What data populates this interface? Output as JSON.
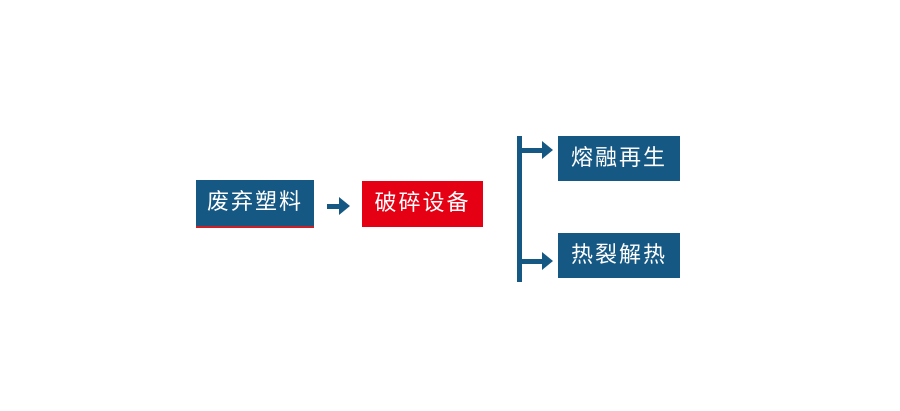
{
  "colors": {
    "node_blue": "#155884",
    "node_red": "#e60014",
    "underline_red": "#cc2027",
    "connector_blue": "#155884",
    "node_text": "#ffffff",
    "background": "#ffffff"
  },
  "flowchart": {
    "nodes": [
      {
        "id": "waste-plastic",
        "label": "废弃塑料",
        "style": "blue",
        "underline": true
      },
      {
        "id": "crushing-equipment",
        "label": "破碎设备",
        "style": "red",
        "underline": false
      },
      {
        "id": "melt-regeneration",
        "label": "熔融再生",
        "style": "blue",
        "underline": false
      },
      {
        "id": "pyrolysis-heat",
        "label": "热裂解热",
        "style": "blue",
        "underline": false
      }
    ],
    "connectors": [
      {
        "id": "arrow-main",
        "type": "right-arrow",
        "from": "waste-plastic",
        "to": "crushing-equipment"
      },
      {
        "id": "branch-line",
        "type": "vertical-line",
        "from": "crushing-equipment",
        "to": "branches"
      },
      {
        "id": "arrow-top-branch",
        "type": "right-arrow",
        "from": "branch-line",
        "to": "melt-regeneration"
      },
      {
        "id": "arrow-bottom-branch",
        "type": "right-arrow",
        "from": "branch-line",
        "to": "pyrolysis-heat"
      }
    ]
  }
}
